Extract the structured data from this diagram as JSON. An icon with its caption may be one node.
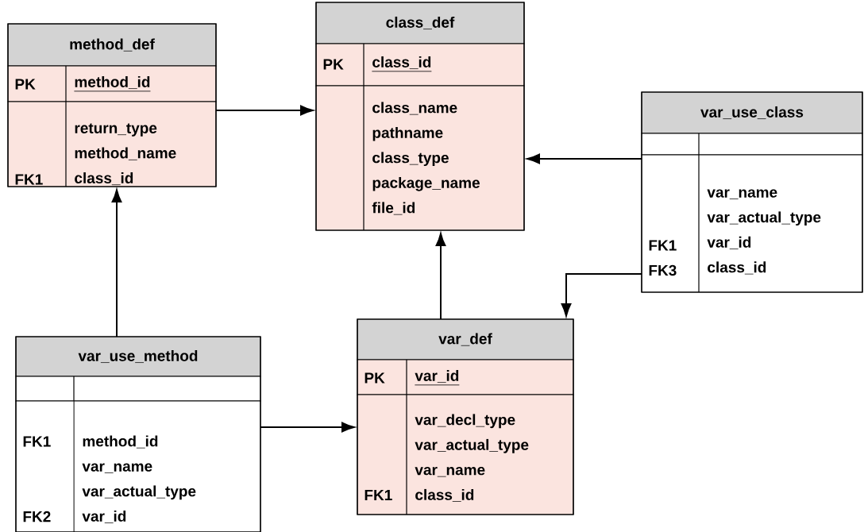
{
  "diagram": {
    "nodes": [
      {
        "text": [
          "method_def"
        ]
      },
      {
        "text": [
          "PK",
          "method_id"
        ],
        "in": 0
      },
      {
        "text": [
          "FK1",
          "return_type method_name class_id"
        ],
        "in": 0
      },
      {
        "text": [
          "class_def"
        ]
      },
      {
        "text": [
          "PK",
          "class_id"
        ],
        "in": 3
      },
      {
        "text": [
          "class_name pathname class_type package_name file_id"
        ],
        "in": 3
      },
      {
        "text": [
          "var_use_class"
        ]
      },
      {
        "text": [],
        "shape": "box",
        "in": 6
      },
      {
        "text": [
          "FK1",
          "FK3",
          "var_name var_actual_type var_id class_id"
        ],
        "in": 6
      },
      {
        "text": [
          "var_use_method"
        ]
      },
      {
        "text": [],
        "shape": "box",
        "in": 9
      },
      {
        "text": [
          "FK1",
          "FK2",
          "method_id var_name var_actual_type var_id"
        ],
        "in": 9
      },
      {
        "text": [
          "var_def"
        ]
      },
      {
        "text": [
          "PK",
          "var_id"
        ],
        "in": 12
      },
      {
        "text": [
          "FK1",
          "var_decl_type var_actual_type var_name class_id"
        ],
        "in": 12
      }
    ],
    "edges": [
      {
        "from": 0,
        "to": 3,
        "arrow": "to"
      },
      {
        "from": 6,
        "to": 3,
        "arrow": "to"
      },
      {
        "from": 12,
        "to": 3,
        "arrow": "to"
      },
      {
        "from": 9,
        "to": 0,
        "arrow": "to"
      },
      {
        "from": 9,
        "to": 12,
        "arrow": "to"
      },
      {
        "from": 6,
        "to": 12,
        "arrow": "to"
      }
    ]
  }
}
